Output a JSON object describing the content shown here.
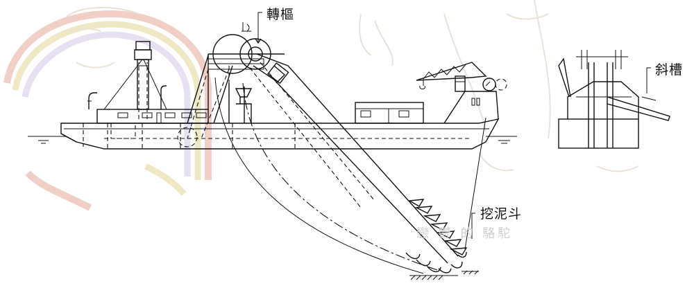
{
  "labels": {
    "rotary_hinge": "轉樞",
    "chute": "斜槽",
    "dredging_bucket": "挖泥斗"
  },
  "watermark": "戀 鬱 的 駱駝"
}
